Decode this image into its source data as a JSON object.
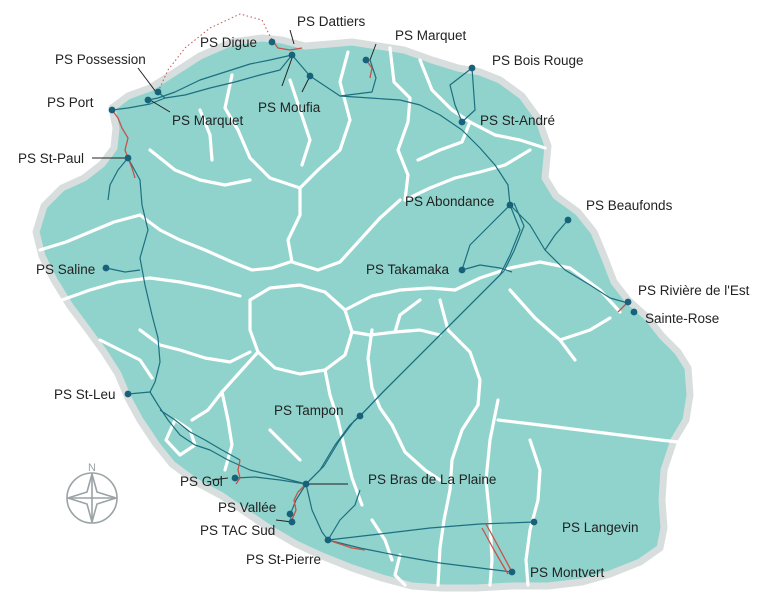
{
  "map": {
    "compass_north": "N",
    "stations": [
      {
        "id": "dattiers",
        "label": "PS Dattiers"
      },
      {
        "id": "marquet-north",
        "label": "PS Marquet"
      },
      {
        "id": "possession",
        "label": "PS Possession"
      },
      {
        "id": "digue",
        "label": "PS Digue"
      },
      {
        "id": "bois-rouge",
        "label": "PS Bois Rouge"
      },
      {
        "id": "port",
        "label": "PS Port"
      },
      {
        "id": "marquet-west",
        "label": "PS Marquet"
      },
      {
        "id": "moufia",
        "label": "PS Moufia"
      },
      {
        "id": "st-andre",
        "label": "PS St-André"
      },
      {
        "id": "st-paul",
        "label": "PS St-Paul"
      },
      {
        "id": "abondance",
        "label": "PS Abondance"
      },
      {
        "id": "beaufonds",
        "label": "PS Beaufonds"
      },
      {
        "id": "saline",
        "label": "PS Saline"
      },
      {
        "id": "takamaka",
        "label": "PS Takamaka"
      },
      {
        "id": "riviere-est",
        "label": "PS Rivière de l'Est"
      },
      {
        "id": "sainte-rose",
        "label": "Sainte-Rose"
      },
      {
        "id": "st-leu",
        "label": "PS St-Leu"
      },
      {
        "id": "tampon",
        "label": "PS Tampon"
      },
      {
        "id": "gol",
        "label": "PS Gol"
      },
      {
        "id": "bras-plaine",
        "label": "PS Bras de La Plaine"
      },
      {
        "id": "vallee",
        "label": "PS Vallée"
      },
      {
        "id": "tac-sud",
        "label": "PS TAC Sud"
      },
      {
        "id": "langevin",
        "label": "PS Langevin"
      },
      {
        "id": "st-pierre",
        "label": "PS St-Pierre"
      },
      {
        "id": "montvert",
        "label": "PS Montvert"
      }
    ]
  }
}
